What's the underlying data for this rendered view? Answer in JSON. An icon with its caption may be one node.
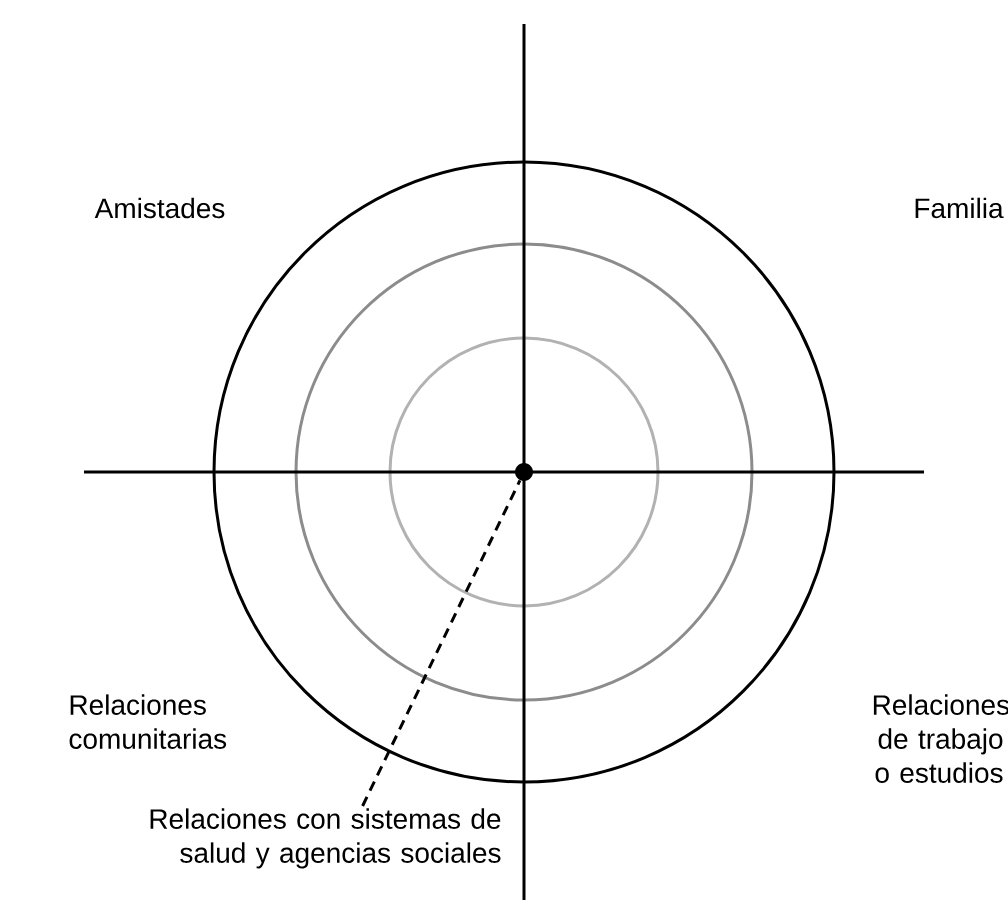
{
  "diagram": {
    "nodes": [
      {
        "text": [],
        "shape": "circle"
      },
      {
        "text": [
          "Relaciones con sistemas de salud y agencias sociales"
        ]
      }
    ],
    "edges": [
      {
        "from": 1,
        "to": 0,
        "arrow": "none",
        "style": "dashed"
      }
    ],
    "labels": [
      "Amistades",
      "Familia",
      "Relaciones comunitarias",
      "Relaciones de trabajo o estudios"
    ]
  }
}
